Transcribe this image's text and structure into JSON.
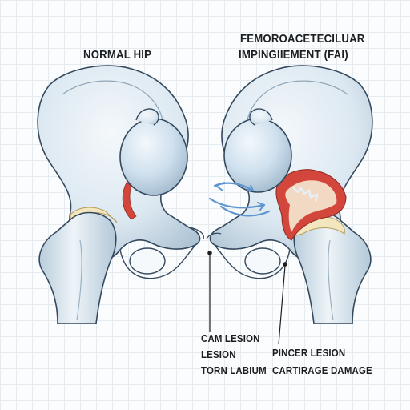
{
  "titles": {
    "left": "NORMAL HIP",
    "right_line1": "FEMOROACETECILUAR",
    "right_line2": "IMPINGIIEMENT (FAI)"
  },
  "callouts": {
    "cam_lesion": "CAM LESION",
    "lesion": "LESION",
    "torn_labium": "TORN LABIUM",
    "pincer_lesion": "PINCER LESION",
    "cartilage_damage": "CARTIRAGE DAMAGE"
  },
  "colors": {
    "bone": "#dce8f1",
    "bone_outline": "#35495e",
    "femoral_head": "#cfe0ee",
    "cartilage": "#f3e6bf",
    "lesion_red": "#d2463c",
    "arrow_blue": "#5f95cf",
    "text": "#1c1f22"
  }
}
